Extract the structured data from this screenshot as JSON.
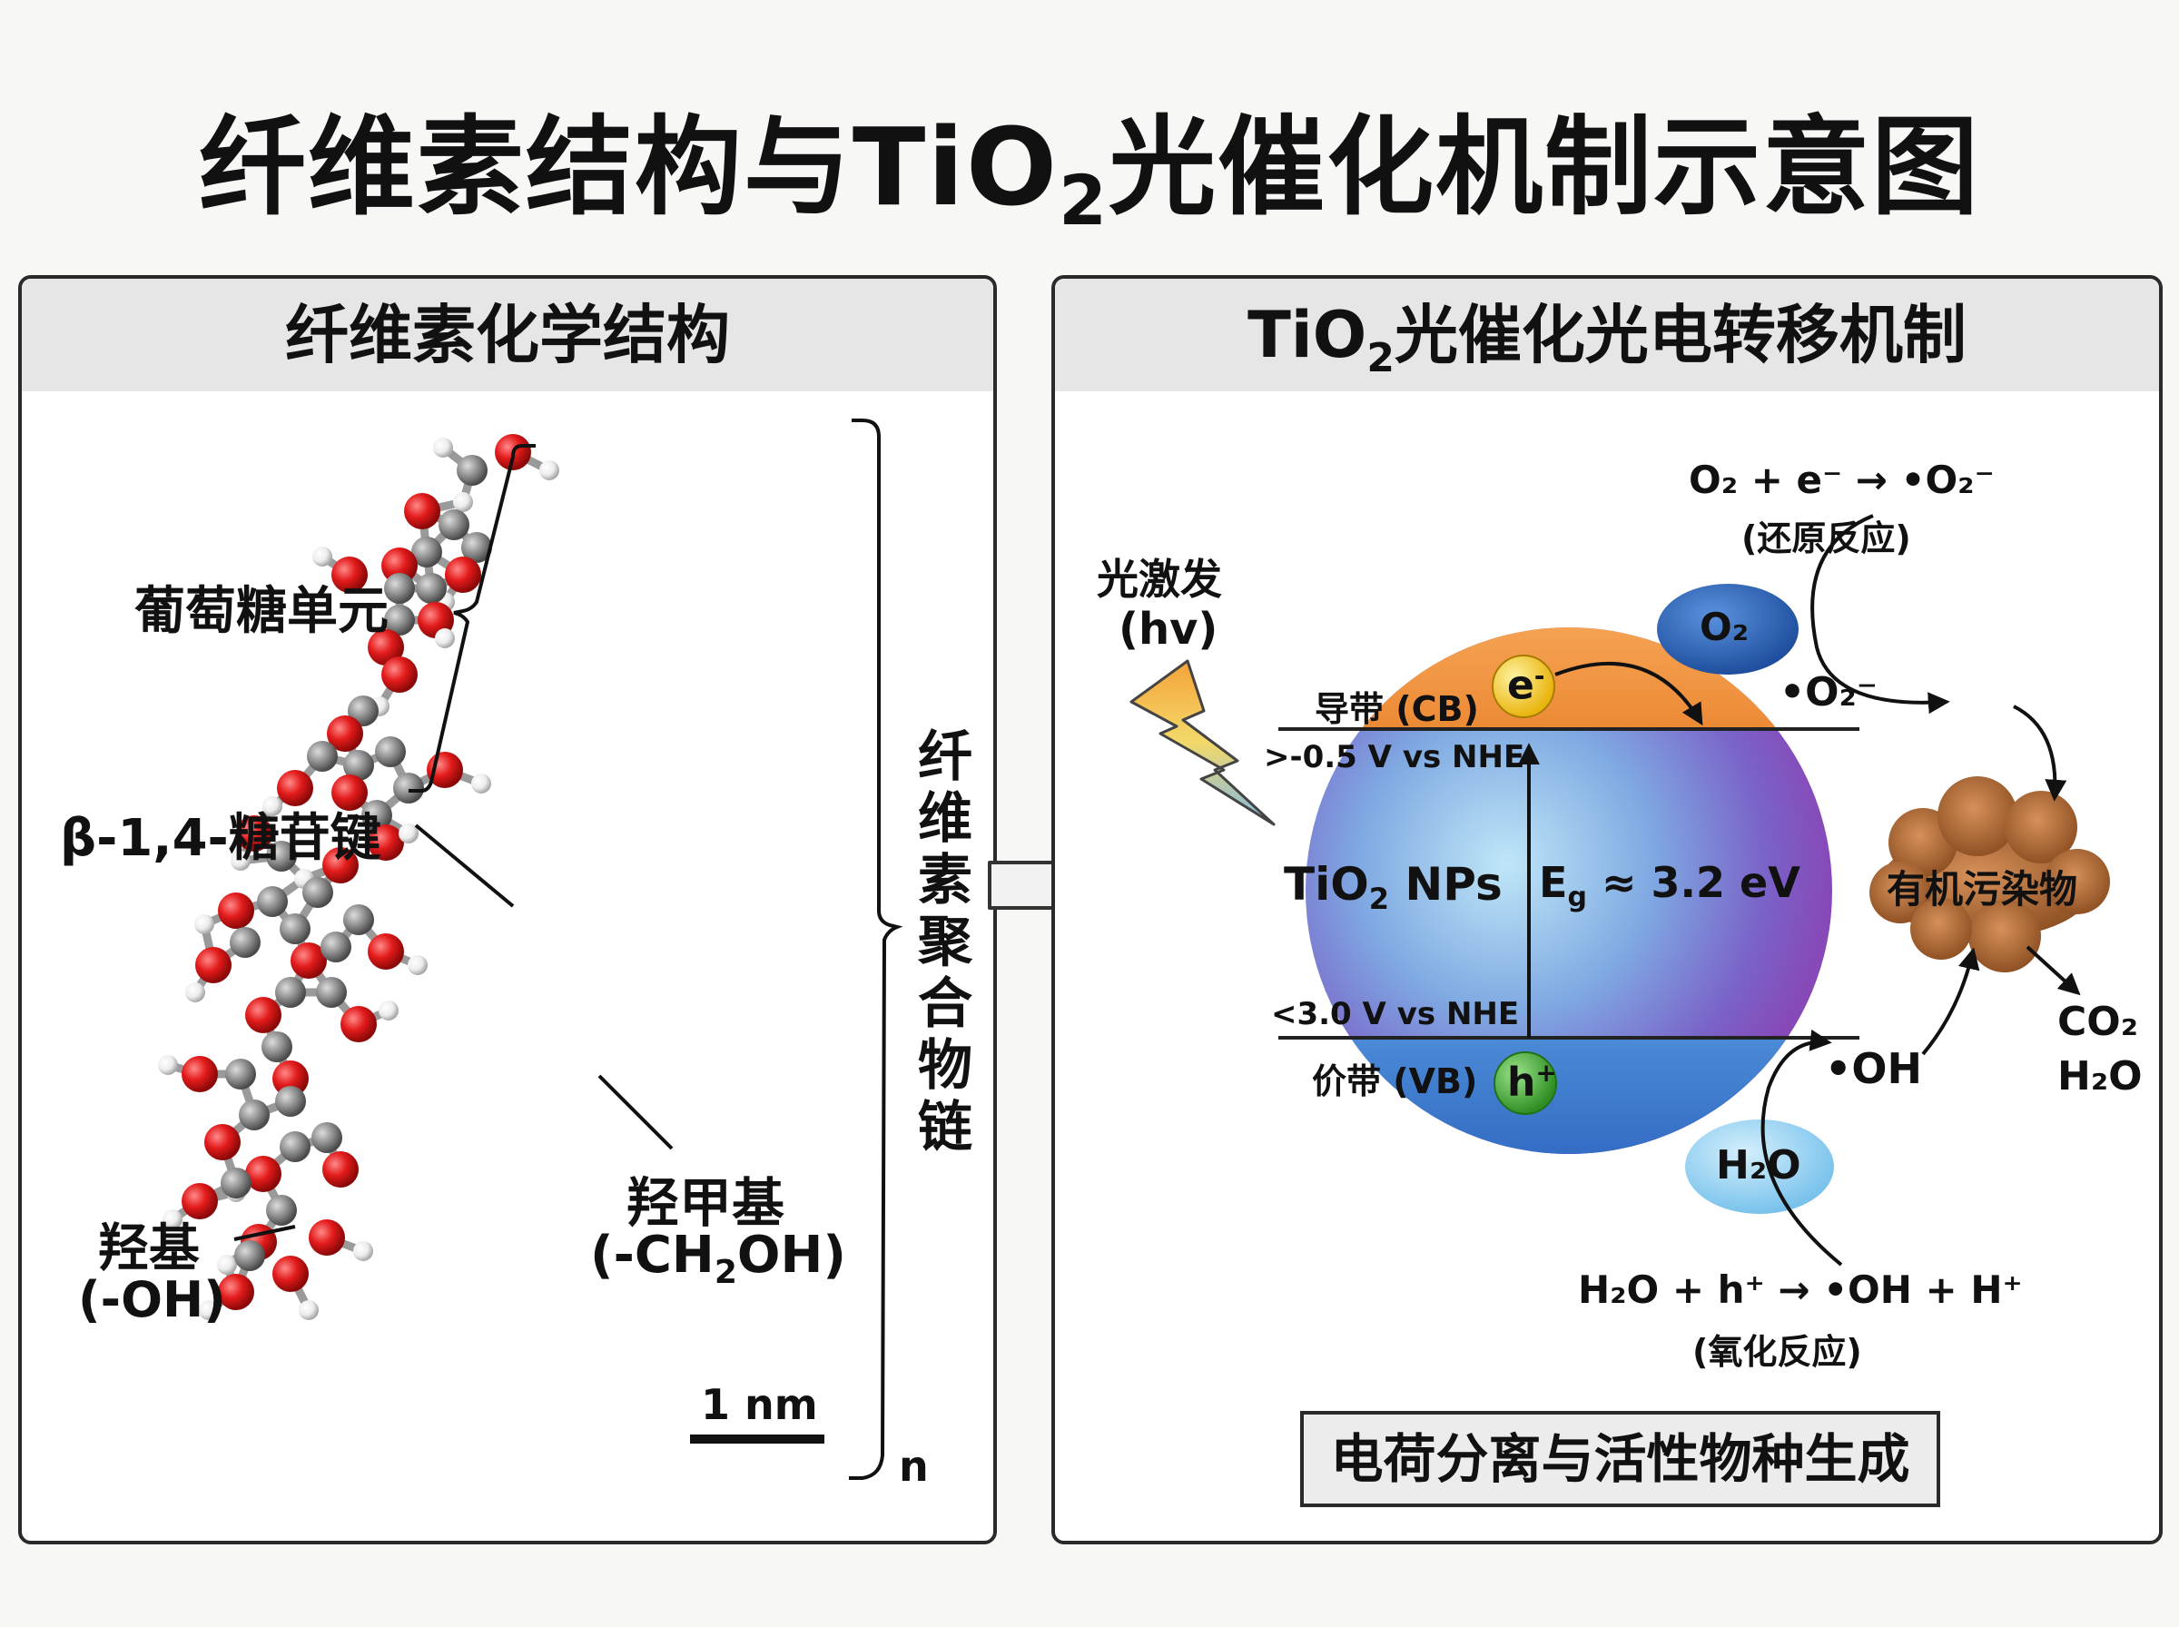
{
  "title": {
    "main": "纤维素结构与TiO",
    "sub": "2",
    "rest": "光催化机制示意图"
  },
  "left_panel": {
    "header": "纤维素化学结构",
    "glucose_unit": "葡萄糖单元",
    "glycosidic_bond": "β-1,4-糖苷键",
    "hydroxyl": "羟基",
    "hydroxyl_formula": "(-OH)",
    "hydroxymethyl": "羟甲基",
    "hydroxymethyl_formula_a": "(-CH",
    "hydroxymethyl_formula_sub": "2",
    "hydroxymethyl_formula_b": "OH)",
    "scale_bar": "1 nm",
    "repeat_n": "n",
    "chain_label": [
      "纤",
      "维",
      "素",
      "聚",
      "合",
      "物",
      "链"
    ]
  },
  "right_panel": {
    "header_a": "TiO",
    "header_sub": "2",
    "header_b": "光催化光电转移机制",
    "photo_excitation": "光激发",
    "hv": "(hv)",
    "cb_label": "导带 (CB)",
    "cb_potential": ">-0.5 V vs NHE",
    "vb_label": "价带 (VB)",
    "vb_potential": "<3.0 V vs NHE",
    "np_label_a": "TiO",
    "np_label_sub": "2",
    "np_label_b": " NPs",
    "eg_label_a": "E",
    "eg_label_sub": "g",
    "eg_label_b": " ≈ 3.2 eV",
    "electron": "e",
    "electron_sup": "-",
    "hole": "h",
    "hole_sup": "+",
    "reduction_eq": "O₂ + e⁻ → •O₂⁻",
    "reduction_name": "(还原反应)",
    "o2_bubble": "O₂",
    "superoxide": "•O₂⁻",
    "pollutant": "有机污染物",
    "co2": "CO₂",
    "h2o_product": "H₂O",
    "hydroxyl_radical": "•OH",
    "h2o_bubble": "H₂O",
    "oxidation_eq": "H₂O + h⁺ → •OH + H⁺",
    "oxidation_name": "(氧化反应)",
    "footer": "电荷分离与活性物种生成"
  },
  "colors": {
    "cb_band": "#f0923f",
    "vb_band": "#3f7fd1",
    "sphere_center": "#9fd3f0",
    "sphere_edge": "#8a4fbf",
    "electron": "#f2c21a",
    "hole": "#4cad3a",
    "o2_bubble": "#2e66b8",
    "h2o_bubble": "#8ecdf0",
    "pollutant": "#a8642e",
    "oxygen_atom": "#e11b1b",
    "carbon_atom": "#8a8a8a",
    "hydrogen_atom": "#f2f2f2"
  }
}
